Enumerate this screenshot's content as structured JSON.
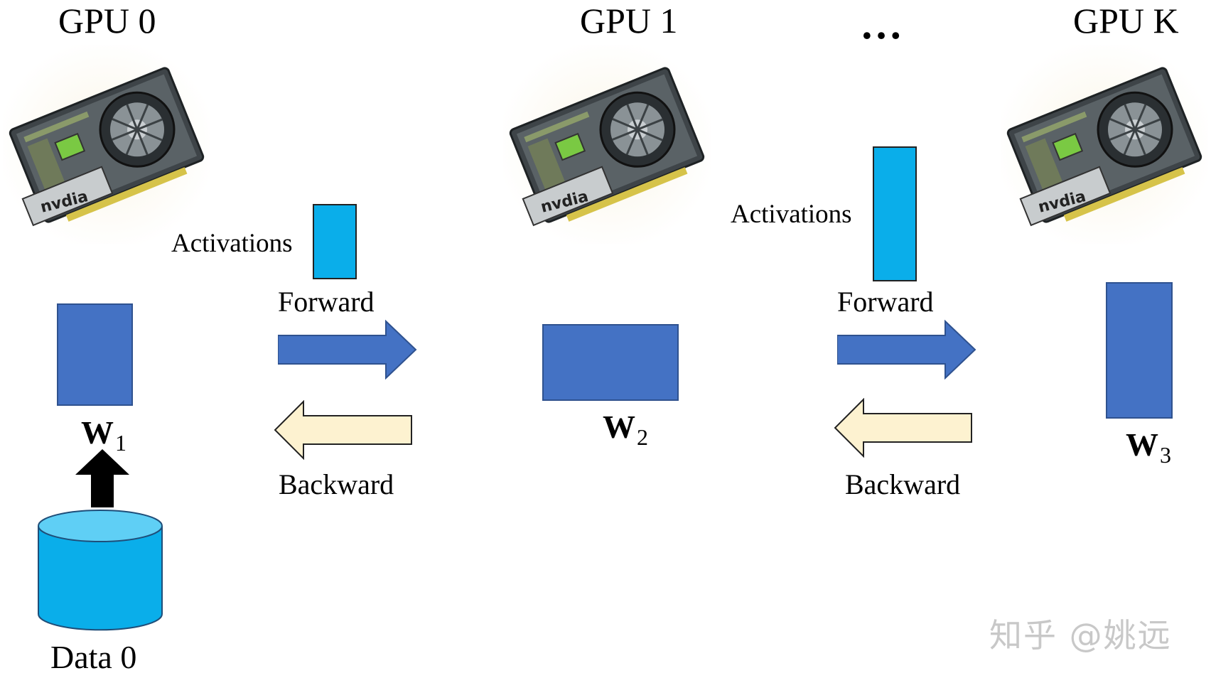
{
  "gpus": [
    {
      "title": "GPU 0"
    },
    {
      "title": "GPU 1"
    },
    {
      "title": "GPU K"
    }
  ],
  "ellipsis": "…",
  "gpu_brand_text": "nvdia",
  "activations_label": "Activations",
  "forward_label": "Forward",
  "backward_label": "Backward",
  "weights": [
    {
      "symbol": "W",
      "index": "1"
    },
    {
      "symbol": "W",
      "index": "2"
    },
    {
      "symbol": "W",
      "index": "3"
    }
  ],
  "data_label": "Data 0",
  "watermark": "知乎 @姚远",
  "colors": {
    "activation_fill": "#0aaeea",
    "weight_fill": "#4472c4",
    "forward_arrow": "#4472c4",
    "backward_arrow": "#fdf2d0",
    "data_cylinder": "#0aaeea",
    "up_arrow": "#000000"
  },
  "icons": {
    "gpu": "gpu-card-icon",
    "data": "database-cylinder-icon",
    "forward": "right-arrow-icon",
    "backward": "left-arrow-icon",
    "upload": "up-arrow-icon"
  }
}
